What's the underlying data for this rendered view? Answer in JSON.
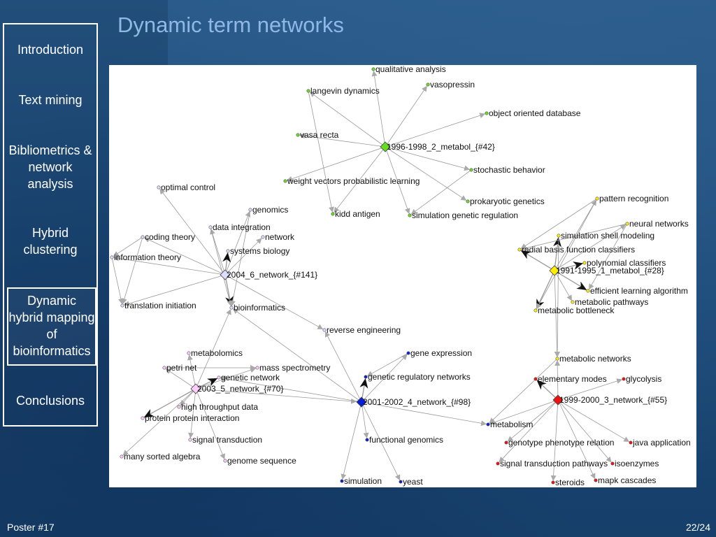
{
  "slide": {
    "title": "Dynamic term networks",
    "footer_left": "Poster #17",
    "page_number": "22/24"
  },
  "sidebar": {
    "items": [
      {
        "label": "Introduction",
        "active": false
      },
      {
        "label": "Text mining",
        "active": false
      },
      {
        "label": "Bibliometrics & network analysis",
        "active": false
      },
      {
        "label": "Hybrid clustering",
        "active": false
      },
      {
        "label": "Dynamic hybrid mapping of bioinformatics",
        "active": true
      },
      {
        "label": "Conclusions",
        "active": false
      }
    ]
  },
  "colors": {
    "cluster_1996_1998": "#66dd22",
    "cluster_2004": "#ddddff",
    "cluster_1991_1995": "#ffee00",
    "cluster_2003": "#ffccff",
    "cluster_2001_2002": "#0a1ed8",
    "cluster_1999_2000": "#ee1111",
    "edge": "#999999"
  },
  "network": {
    "clusters": [
      {
        "id": "c42",
        "label": "1996-1998_2_metabol_{#42}",
        "color": "#66dd22"
      },
      {
        "id": "c141",
        "label": "2004_6_network_{#141}",
        "color": "#ddddff"
      },
      {
        "id": "c28",
        "label": "1991-1995_1_metabol_{#28}",
        "color": "#ffee00"
      },
      {
        "id": "c70",
        "label": "2003_5_network_{#70}",
        "color": "#ffccff"
      },
      {
        "id": "c98",
        "label": "2001-2002_4_network_{#98}",
        "color": "#0a1ed8"
      },
      {
        "id": "c55",
        "label": "1999-2000_3_network_{#55}",
        "color": "#ee1111"
      }
    ],
    "terms": [
      {
        "id": "qualitative_analysis",
        "label": "qualitative analysis"
      },
      {
        "id": "vasopressin",
        "label": "vasopressin"
      },
      {
        "id": "langevin_dynamics",
        "label": "langevin dynamics"
      },
      {
        "id": "object_oriented_database",
        "label": "object oriented database"
      },
      {
        "id": "vasa_recta",
        "label": "vasa recta"
      },
      {
        "id": "stochastic_behavior",
        "label": "stochastic behavior"
      },
      {
        "id": "weight_vectors",
        "label": "weight vectors probabilistic learning"
      },
      {
        "id": "prokaryotic_genetics",
        "label": "prokaryotic genetics"
      },
      {
        "id": "kidd_antigen",
        "label": "kidd antigen"
      },
      {
        "id": "simulation_genetic_regulation",
        "label": "simulation genetic regulation"
      },
      {
        "id": "optimal_control",
        "label": "optimal control"
      },
      {
        "id": "genomics",
        "label": "genomics"
      },
      {
        "id": "data_integration",
        "label": "data integration"
      },
      {
        "id": "coding_theory",
        "label": "coding theory"
      },
      {
        "id": "network",
        "label": "network"
      },
      {
        "id": "systems_biology",
        "label": "systems biology"
      },
      {
        "id": "information_theory",
        "label": "information theory"
      },
      {
        "id": "translation_initiation",
        "label": "translation initiation"
      },
      {
        "id": "bioinformatics",
        "label": "bioinformatics"
      },
      {
        "id": "pattern_recognition",
        "label": "pattern recognition"
      },
      {
        "id": "neural_networks",
        "label": "neural networks"
      },
      {
        "id": "simulation_shell_modeling",
        "label": "simulation shell modeling"
      },
      {
        "id": "radial_basis",
        "label": "radial basis function classifiers"
      },
      {
        "id": "polynomial_classifiers",
        "label": "polynomial classifiers"
      },
      {
        "id": "efficient_learning",
        "label": "efficient learning algorithm"
      },
      {
        "id": "metabolic_pathways",
        "label": "metabolic pathways"
      },
      {
        "id": "metabolic_bottleneck",
        "label": "metabolic bottleneck"
      },
      {
        "id": "reverse_engineering",
        "label": "reverse engineering"
      },
      {
        "id": "metabolomics",
        "label": "metabolomics"
      },
      {
        "id": "gene_expression",
        "label": "gene expression"
      },
      {
        "id": "metabolic_networks",
        "label": "metabolic networks"
      },
      {
        "id": "petri_net",
        "label": "petri net"
      },
      {
        "id": "mass_spectrometry",
        "label": "mass spectrometry"
      },
      {
        "id": "genetic_network",
        "label": "genetic network"
      },
      {
        "id": "genetic_regulatory_networks",
        "label": "genetic regulatory networks"
      },
      {
        "id": "elementary_modes",
        "label": "elementary modes"
      },
      {
        "id": "glycolysis",
        "label": "glycolysis"
      },
      {
        "id": "high_throughput_data",
        "label": "high throughput data"
      },
      {
        "id": "protein_protein_interaction",
        "label": "protein protein interaction"
      },
      {
        "id": "metabolism",
        "label": "metabolism"
      },
      {
        "id": "signal_transduction",
        "label": "signal transduction"
      },
      {
        "id": "functional_genomics",
        "label": "functional genomics"
      },
      {
        "id": "genotype_phenotype",
        "label": "genotype phenotype relation"
      },
      {
        "id": "java_application",
        "label": "java application"
      },
      {
        "id": "many_sorted_algebra",
        "label": "many sorted algebra"
      },
      {
        "id": "genome_sequence",
        "label": "genome sequence"
      },
      {
        "id": "signal_transduction_pathways",
        "label": "signal transduction pathways"
      },
      {
        "id": "isoenzymes",
        "label": "isoenzymes"
      },
      {
        "id": "simulation",
        "label": "simulation"
      },
      {
        "id": "yeast",
        "label": "yeast"
      },
      {
        "id": "steroids",
        "label": "steroids"
      },
      {
        "id": "mapk_cascades",
        "label": "mapk cascades"
      }
    ],
    "edges": [
      [
        "c42",
        "qualitative_analysis"
      ],
      [
        "c42",
        "vasopressin"
      ],
      [
        "c42",
        "langevin_dynamics"
      ],
      [
        "c42",
        "object_oriented_database"
      ],
      [
        "c42",
        "vasa_recta"
      ],
      [
        "c42",
        "stochastic_behavior"
      ],
      [
        "c42",
        "weight_vectors"
      ],
      [
        "c42",
        "prokaryotic_genetics"
      ],
      [
        "c42",
        "kidd_antigen"
      ],
      [
        "c42",
        "simulation_genetic_regulation"
      ],
      [
        "langevin_dynamics",
        "kidd_antigen"
      ],
      [
        "stochastic_behavior",
        "simulation_genetic_regulation"
      ],
      [
        "c141",
        "optimal_control"
      ],
      [
        "c141",
        "genomics"
      ],
      [
        "c141",
        "data_integration"
      ],
      [
        "c141",
        "coding_theory"
      ],
      [
        "c141",
        "network"
      ],
      [
        "c141",
        "systems_biology"
      ],
      [
        "c141",
        "information_theory"
      ],
      [
        "c141",
        "translation_initiation"
      ],
      [
        "c141",
        "bioinformatics"
      ],
      [
        "coding_theory",
        "information_theory"
      ],
      [
        "coding_theory",
        "translation_initiation"
      ],
      [
        "information_theory",
        "translation_initiation"
      ],
      [
        "data_integration",
        "bioinformatics"
      ],
      [
        "genomics",
        "bioinformatics"
      ],
      [
        "c141",
        "reverse_engineering"
      ],
      [
        "c28",
        "pattern_recognition"
      ],
      [
        "c28",
        "neural_networks"
      ],
      [
        "c28",
        "simulation_shell_modeling"
      ],
      [
        "c28",
        "radial_basis"
      ],
      [
        "c28",
        "polynomial_classifiers"
      ],
      [
        "c28",
        "efficient_learning"
      ],
      [
        "c28",
        "metabolic_pathways"
      ],
      [
        "c28",
        "metabolic_bottleneck"
      ],
      [
        "c28",
        "metabolic_networks"
      ],
      [
        "pattern_recognition",
        "radial_basis"
      ],
      [
        "pattern_recognition",
        "metabolic_bottleneck"
      ],
      [
        "neural_networks",
        "radial_basis"
      ],
      [
        "neural_networks",
        "efficient_learning"
      ],
      [
        "simulation_shell_modeling",
        "metabolic_networks"
      ],
      [
        "c70",
        "metabolomics"
      ],
      [
        "c70",
        "petri_net"
      ],
      [
        "c70",
        "mass_spectrometry"
      ],
      [
        "c70",
        "genetic_network"
      ],
      [
        "c70",
        "high_throughput_data"
      ],
      [
        "c70",
        "protein_protein_interaction"
      ],
      [
        "c70",
        "signal_transduction"
      ],
      [
        "c70",
        "many_sorted_algebra"
      ],
      [
        "c70",
        "genome_sequence"
      ],
      [
        "c70",
        "bioinformatics"
      ],
      [
        "c70",
        "c98"
      ],
      [
        "petri_net",
        "mass_spectrometry"
      ],
      [
        "c98",
        "reverse_engineering"
      ],
      [
        "c98",
        "gene_expression"
      ],
      [
        "c98",
        "genetic_regulatory_networks"
      ],
      [
        "c98",
        "functional_genomics"
      ],
      [
        "c98",
        "metabolism"
      ],
      [
        "c98",
        "simulation"
      ],
      [
        "c98",
        "yeast"
      ],
      [
        "c98",
        "genetic_network"
      ],
      [
        "c98",
        "bioinformatics"
      ],
      [
        "gene_expression",
        "genetic_regulatory_networks"
      ],
      [
        "c55",
        "metabolic_networks"
      ],
      [
        "c55",
        "elementary_modes"
      ],
      [
        "c55",
        "glycolysis"
      ],
      [
        "c55",
        "metabolism"
      ],
      [
        "c55",
        "genotype_phenotype"
      ],
      [
        "c55",
        "java_application"
      ],
      [
        "c55",
        "signal_transduction_pathways"
      ],
      [
        "c55",
        "isoenzymes"
      ],
      [
        "c55",
        "steroids"
      ],
      [
        "c55",
        "mapk_cascades"
      ],
      [
        "metabolic_networks",
        "metabolism"
      ]
    ]
  }
}
